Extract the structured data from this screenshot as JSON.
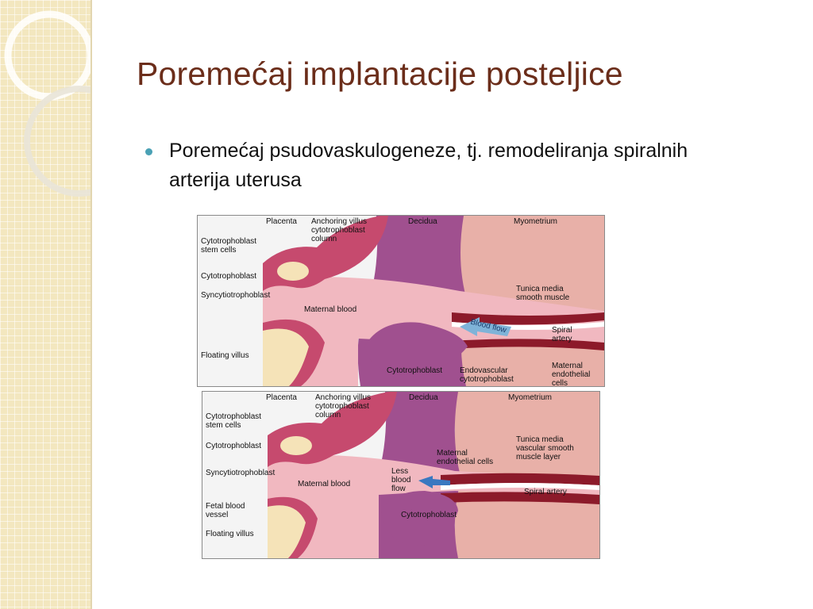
{
  "slide": {
    "title": "Poremećaj implantacije posteljice",
    "bullet": "Poremećaj psudovaskulogeneze, tj. remodeliranja spiralnih arterija uterusa"
  },
  "diagram_top": {
    "placenta": "Placenta",
    "anchoring": "Anchoring villus\ncytotrophoblast\ncolumn",
    "decidua": "Decidua",
    "myometrium": "Myometrium",
    "stem_cells": "Cytotrophoblast\nstem cells",
    "cytotrophoblast": "Cytotrophoblast",
    "syncytiotrophoblast": "Syncytiotrophoblast",
    "maternal_blood": "Maternal blood",
    "tunica_media": "Tunica media\nsmooth muscle",
    "blood_flow": "Blood flow",
    "spiral_artery": "Spiral\nartery",
    "floating_villus": "Floating villus",
    "cytotrophoblast_bottom": "Cytotrophoblast",
    "endovascular": "Endovascular\ncytotrophoblast",
    "maternal_endothelial": "Maternal\nendothelial\ncells"
  },
  "diagram_bottom": {
    "placenta": "Placenta",
    "anchoring": "Anchoring villus\ncytotrophoblast\ncolumn",
    "decidua": "Decidua",
    "myometrium": "Myometrium",
    "stem_cells": "Cytotrophoblast\nstem cells",
    "cytotrophoblast": "Cytotrophoblast",
    "syncytiotrophoblast": "Syncytiotrophoblast",
    "maternal_blood": "Maternal blood",
    "maternal_endothelial": "Maternal\nendothelial cells",
    "tunica_media": "Tunica media\nvascular smooth\nmuscle layer",
    "less_blood_flow": "Less\nblood\nflow",
    "spiral_artery": "Spiral artery",
    "fetal_vessel": "Fetal blood\nvessel",
    "floating_villus": "Floating villus",
    "cytotrophoblast_bottom": "Cytotrophoblast"
  },
  "colors": {
    "title": "#6b2d1a",
    "bullet": "#4aa1b5",
    "sidebar": "#f3e7bf",
    "decidua": "#a0508f",
    "myometrium": "#e8b0a8",
    "maternal_blood": "#f1b8c0",
    "artery": "#8c1a2a"
  }
}
